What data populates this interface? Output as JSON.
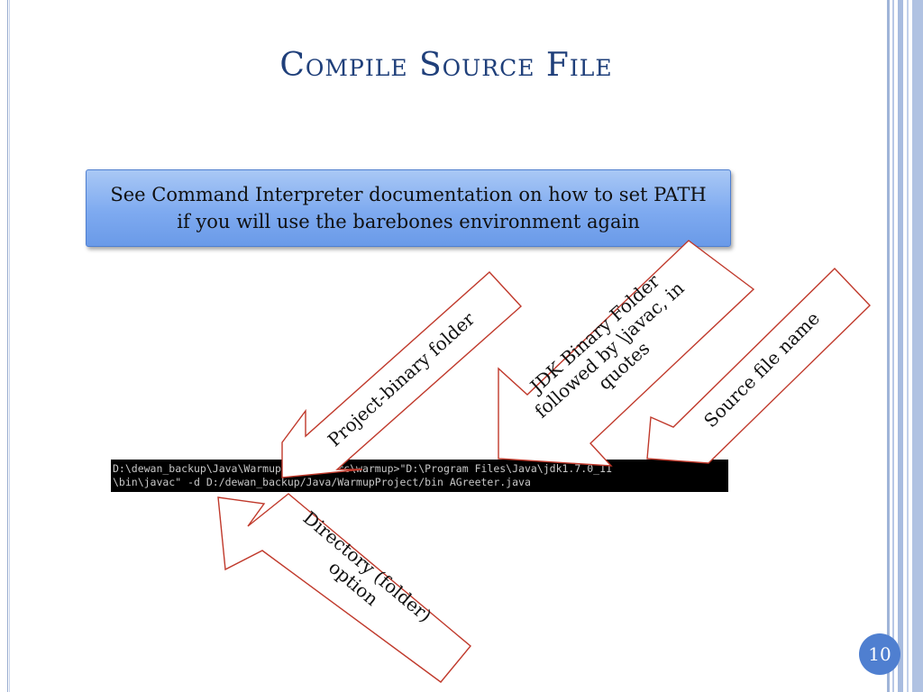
{
  "slide": {
    "title": "Compile Source File",
    "callout_text": "See Command Interpreter documentation on how to set PATH if you will use the barebones environment again",
    "console": {
      "line1": "D:\\dewan_backup\\Java\\WarmupProject\\src\\warmup>\"D:\\Program Files\\Java\\jdk1.7.0_11",
      "line2": "\\bin\\javac\" -d D:/dewan_backup/Java/WarmupProject/bin AGreeter.java"
    },
    "arrows": {
      "project_binary_folder": "Project-binary folder",
      "jdk_line1": "JDK Binary Folder",
      "jdk_line2": "followed by \\javac, in",
      "jdk_line3": "quotes",
      "source_file_name": "Source file name",
      "directory_line1": "Directory (folder)",
      "directory_line2": "option"
    },
    "page_number": "10"
  },
  "colors": {
    "title": "#1f3f7a",
    "arrow_outline": "#c0392b",
    "callout_fill": "#7eaaf0",
    "page_badge": "#4f7fd0"
  }
}
